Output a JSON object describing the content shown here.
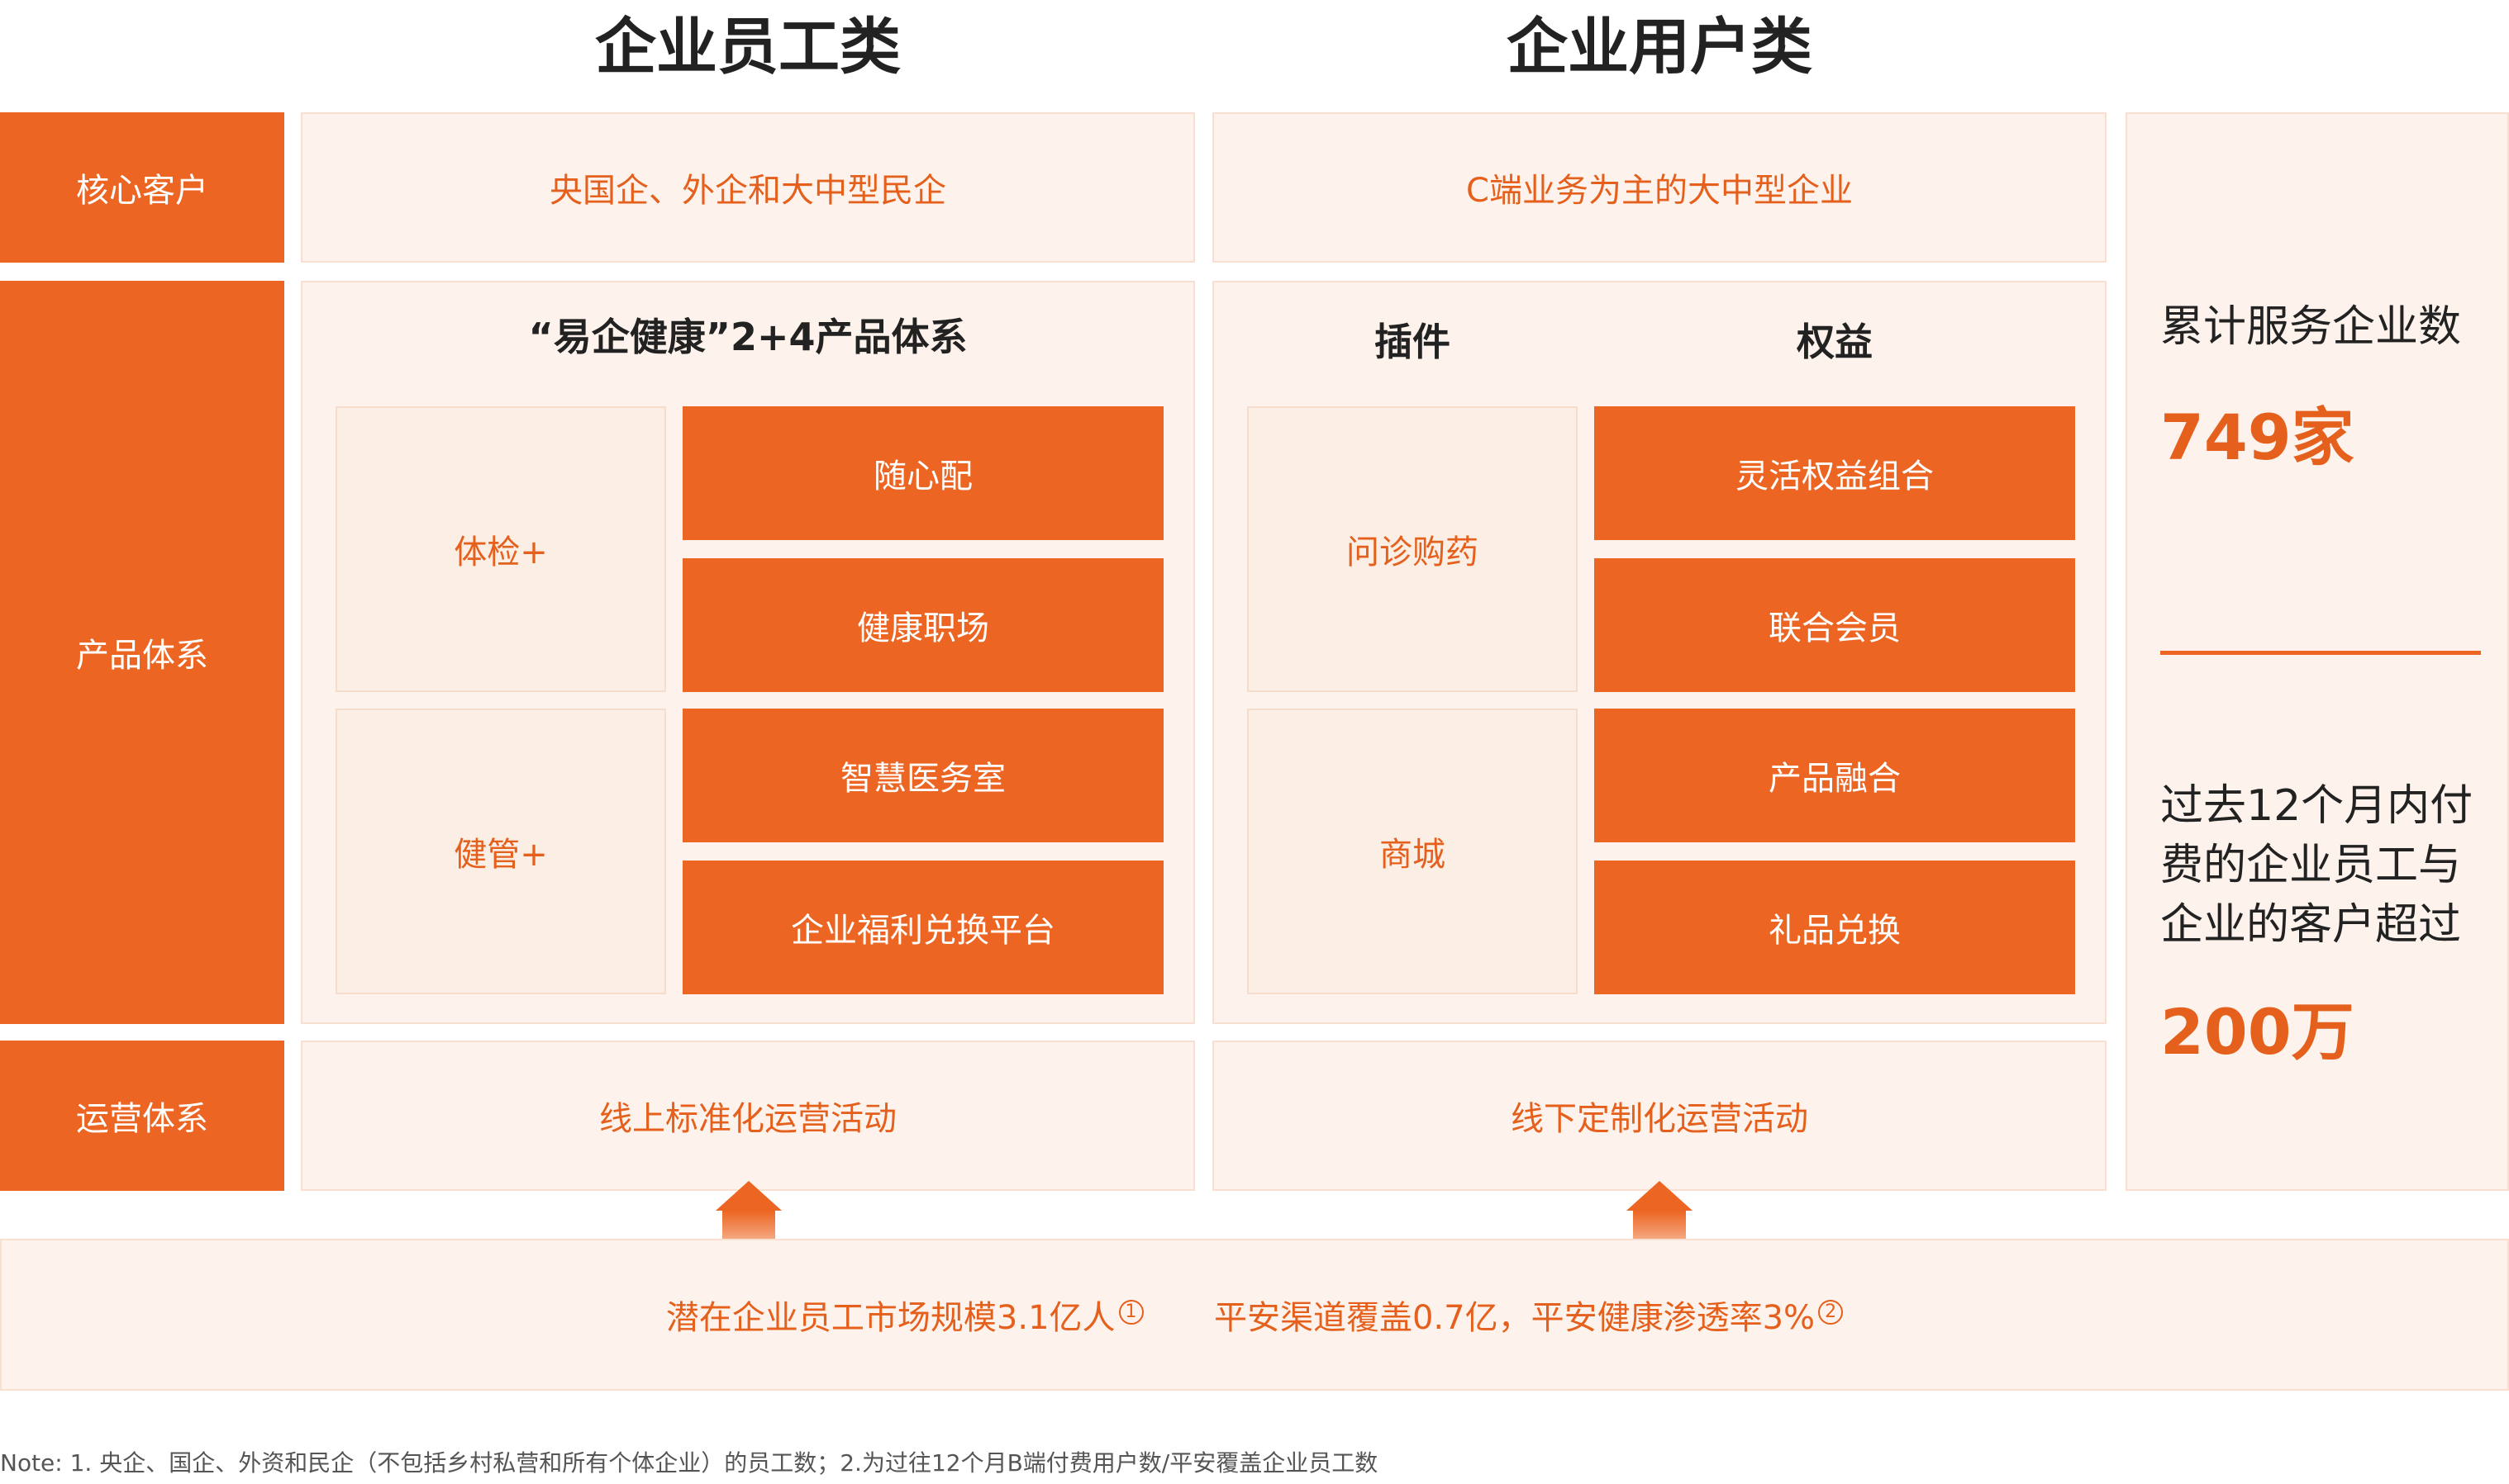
{
  "columns": {
    "employee_title": "企业员工类",
    "user_title": "企业用户类"
  },
  "rows": {
    "core_customers": "核心客户",
    "product_system": "产品体系",
    "operations_system": "运营体系"
  },
  "employee": {
    "core_customers": "央国企、外企和大中型民企",
    "product_title": "“易企健康”2+4产品体系",
    "groups": [
      {
        "label": "体检+",
        "items": [
          "随心配",
          "健康职场"
        ]
      },
      {
        "label": "健管+",
        "items": [
          "智慧医务室",
          "企业福利兑换平台"
        ]
      }
    ],
    "operations": "线上标准化运营活动"
  },
  "user": {
    "core_customers": "C端业务为主的大中型企业",
    "plugin_title": "插件",
    "rights_title": "权益",
    "groups": [
      {
        "label": "问诊购药",
        "items": [
          "灵活权益组合",
          "联合会员"
        ]
      },
      {
        "label": "商城",
        "items": [
          "产品融合",
          "礼品兑换"
        ]
      }
    ],
    "operations": "线下定制化运营活动"
  },
  "stats": {
    "companies_label": "累计服务企业数",
    "companies_value": "749家",
    "customers_label_1": "过去12个月内付",
    "customers_label_2": "费的企业员工与",
    "customers_label_3": "企业的客户超过",
    "customers_value": "200万"
  },
  "market": {
    "potential": "潜在企业员工市场规模3.1亿人",
    "note1_mark": "1",
    "coverage": "平安渠道覆盖0.7亿，平安健康渗透率3%",
    "note2_mark": "2"
  },
  "note": "Note:  1. 央企、国企、外资和民企（不包括乡村私营和所有个体企业）的员工数；2.为过往12个月B端付费用户数/平安覆盖企业员工数",
  "colors": {
    "accent": "#ec6522",
    "accent_text": "#e4601c",
    "panel_bg": "#fdf3ec"
  }
}
